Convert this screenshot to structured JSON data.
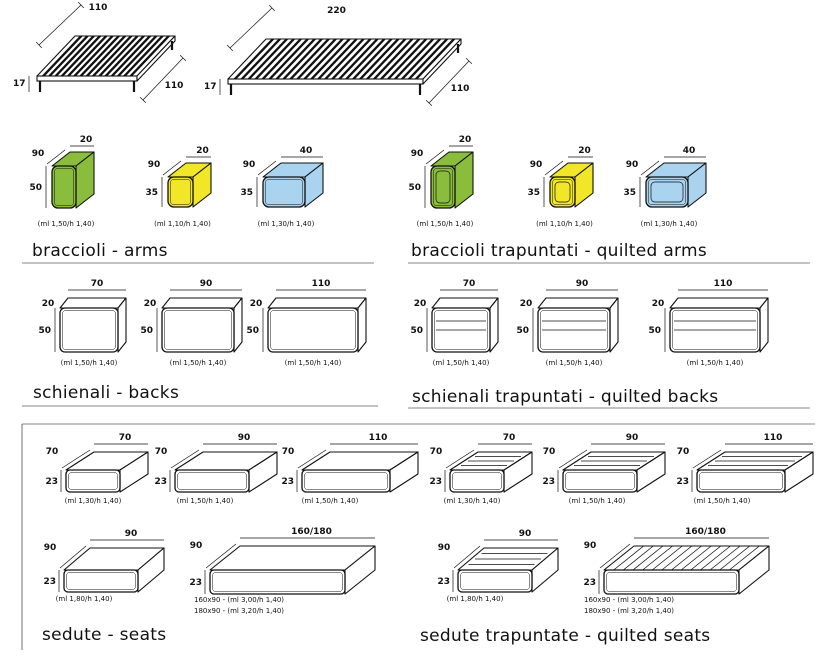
{
  "colors": {
    "green": "#8bbd3c",
    "yellow": "#f2e629",
    "blue": "#a9d3ee",
    "white": "#ffffff",
    "ink": "#111111"
  },
  "bases": {
    "small": {
      "width": "110",
      "depth": "110",
      "height": "17"
    },
    "large": {
      "width": "220",
      "depth": "110",
      "height": "17"
    }
  },
  "sections": {
    "arms": {
      "heading": "braccioli - arms",
      "items": [
        {
          "depth": "90",
          "width": "20",
          "height": "50",
          "note": "(ml 1,50/h 1,40)",
          "color": "green"
        },
        {
          "depth": "90",
          "width": "20",
          "height": "35",
          "note": "(ml 1,10/h 1,40)",
          "color": "yellow"
        },
        {
          "depth": "90",
          "width": "40",
          "height": "35",
          "note": "(ml 1,30/h 1,40)",
          "color": "blue"
        }
      ]
    },
    "quilted_arms": {
      "heading": "braccioli trapuntati  - quilted arms",
      "items": [
        {
          "depth": "90",
          "width": "20",
          "height": "50",
          "note": "(ml 1,50/h 1,40)",
          "color": "green"
        },
        {
          "depth": "90",
          "width": "20",
          "height": "35",
          "note": "(ml 1,10/h 1,40)",
          "color": "yellow"
        },
        {
          "depth": "90",
          "width": "40",
          "height": "35",
          "note": "(ml 1,30/h 1,40)",
          "color": "blue"
        }
      ]
    },
    "backs": {
      "heading": "schienali - backs",
      "items": [
        {
          "width": "70",
          "depth": "20",
          "height": "50",
          "note": "(ml 1,50/h 1,40)"
        },
        {
          "width": "90",
          "depth": "20",
          "height": "50",
          "note": "(ml 1,50/h 1,40)"
        },
        {
          "width": "110",
          "depth": "20",
          "height": "50",
          "note": "(ml 1,50/h 1,40)"
        }
      ]
    },
    "quilted_backs": {
      "heading": "schienali trapuntati - quilted backs",
      "items": [
        {
          "width": "70",
          "depth": "20",
          "height": "50",
          "note": "(ml 1,50/h 1,40)"
        },
        {
          "width": "90",
          "depth": "20",
          "height": "50",
          "note": "(ml 1,50/h 1,40)"
        },
        {
          "width": "110",
          "depth": "20",
          "height": "50",
          "note": "(ml 1,50/h 1,40)"
        }
      ]
    },
    "seats": {
      "heading": "sedute - seats",
      "items": [
        {
          "width": "70",
          "depth": "70",
          "height": "23",
          "notes": [
            "(ml 1,30/h 1,40)"
          ]
        },
        {
          "width": "90",
          "depth": "70",
          "height": "23",
          "notes": [
            "(ml 1,50/h 1,40)"
          ]
        },
        {
          "width": "110",
          "depth": "70",
          "height": "23",
          "notes": [
            "(ml 1,50/h 1,40)"
          ]
        },
        {
          "width": "90",
          "depth": "90",
          "height": "23",
          "notes": [
            "(ml 1,80/h 1,40)"
          ]
        },
        {
          "width": "160/180",
          "depth": "90",
          "height": "23",
          "notes": [
            "160x90 - (ml 3,00/h 1,40)",
            "180x90 - (ml 3,20/h 1,40)"
          ]
        }
      ]
    },
    "quilted_seats": {
      "heading": "sedute trapuntate - quilted seats",
      "items": [
        {
          "width": "70",
          "depth": "70",
          "height": "23",
          "notes": [
            "(ml 1,30/h 1,40)"
          ]
        },
        {
          "width": "90",
          "depth": "70",
          "height": "23",
          "notes": [
            "(ml 1,50/h 1,40)"
          ]
        },
        {
          "width": "110",
          "depth": "70",
          "height": "23",
          "notes": [
            "(ml 1,50/h 1,40)"
          ]
        },
        {
          "width": "90",
          "depth": "90",
          "height": "23",
          "notes": [
            "(ml 1,80/h 1,40)"
          ]
        },
        {
          "width": "160/180",
          "depth": "90",
          "height": "23",
          "notes": [
            "160x90 - (ml 3,00/h 1,40)",
            "180x90 - (ml 3,20/h 1,40)"
          ]
        }
      ]
    }
  }
}
